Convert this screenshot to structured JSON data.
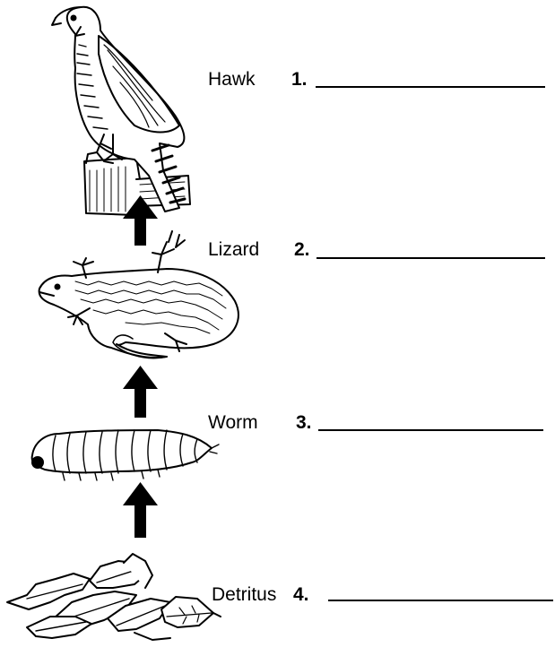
{
  "food_chain": [
    {
      "organism": "Hawk",
      "number": "1.",
      "icon": "hawk-icon"
    },
    {
      "organism": "Lizard",
      "number": "2.",
      "icon": "lizard-icon"
    },
    {
      "organism": "Worm",
      "number": "3.",
      "icon": "worm-icon"
    },
    {
      "organism": "Detritus",
      "number": "4.",
      "icon": "detritus-leaves-icon"
    }
  ],
  "arrow_icon": "up-arrow-icon",
  "colors": {
    "ink": "#000000",
    "background": "#ffffff"
  }
}
